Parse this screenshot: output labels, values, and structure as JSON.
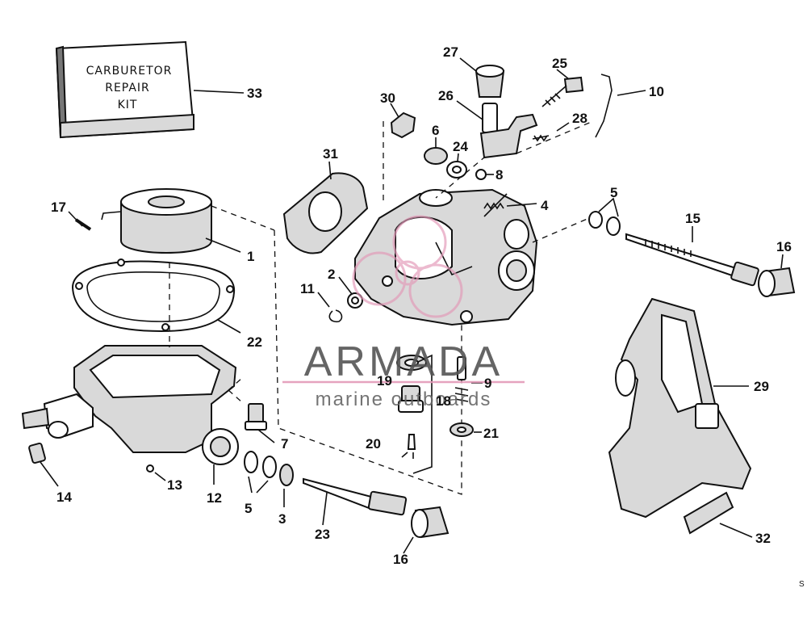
{
  "kit_box": {
    "line1": "CARBURETOR",
    "line2": "REPAIR",
    "line3": "KIT"
  },
  "watermark": {
    "brand": "ARMADA",
    "tagline": "marine outboards",
    "accent_color": "#e39ab8"
  },
  "corner_mark": "S",
  "callouts": {
    "p1": "1",
    "p2": "2",
    "p3": "3",
    "p4": "4",
    "p5a": "5",
    "p5b": "5",
    "p6": "6",
    "p7": "7",
    "p8": "8",
    "p9": "9",
    "p10": "10",
    "p11": "11",
    "p12": "12",
    "p13": "13",
    "p14": "14",
    "p15": "15",
    "p16a": "16",
    "p16b": "16",
    "p17": "17",
    "p18": "18",
    "p19": "19",
    "p20": "20",
    "p21": "21",
    "p22": "22",
    "p23": "23",
    "p24": "24",
    "p25": "25",
    "p26": "26",
    "p27": "27",
    "p28": "28",
    "p29": "29",
    "p30": "30",
    "p31": "31",
    "p32": "32",
    "p33": "33"
  }
}
